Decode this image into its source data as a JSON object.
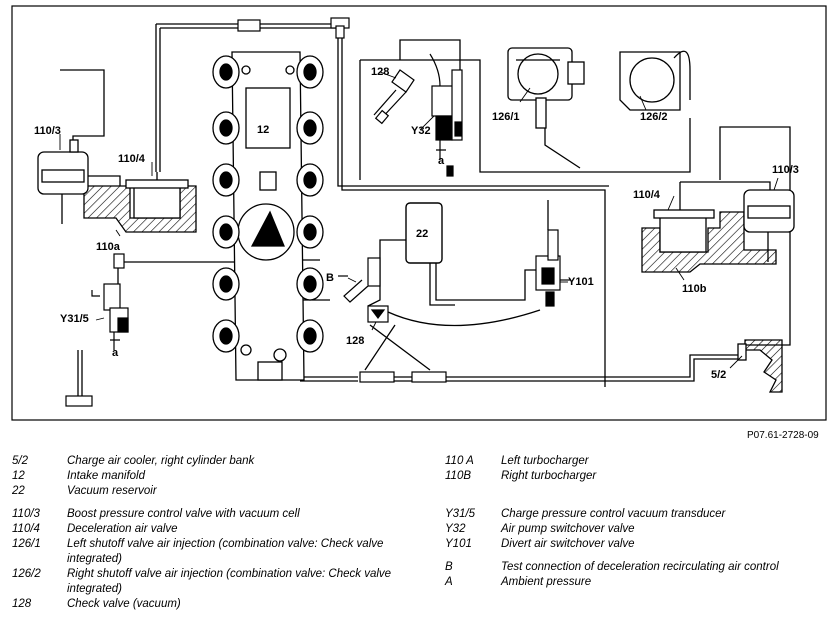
{
  "diagram": {
    "labels": {
      "l_12": "12",
      "l_22": "22",
      "l_110_3_left": "110/3",
      "l_110_4_left": "110/4",
      "l_110a": "110a",
      "l_y31_5": "Y31/5",
      "l_a_left": "a",
      "l_b": "B",
      "l_128_center": "128",
      "l_128_top": "128",
      "l_y32": "Y32",
      "l_a_mid": "a",
      "l_126_1": "126/1",
      "l_126_2": "126/2",
      "l_110_4_right": "110/4",
      "l_110_3_right": "110/3",
      "l_110b": "110b",
      "l_y101": "Y101",
      "l_5_2": "5/2"
    }
  },
  "reference": "P07.61-2728-09",
  "legend_left": [
    {
      "code": "5/2",
      "desc": "Charge air cooler, right cylinder bank"
    },
    {
      "code": "12",
      "desc": "Intake manifold"
    },
    {
      "code": "22",
      "desc": "Vacuum reservoir"
    },
    {
      "code": "110/3",
      "desc": "Boost pressure control valve with vacuum cell"
    },
    {
      "code": "110/4",
      "desc": "Deceleration air valve"
    },
    {
      "code": "126/1",
      "desc": "Left shutoff valve air injection (combination valve: Check valve integrated)"
    },
    {
      "code": "126/2",
      "desc": "Right shutoff valve air injection (combination valve: Check valve integrated)"
    },
    {
      "code": "128",
      "desc": "Check valve (vacuum)"
    }
  ],
  "legend_right": [
    {
      "code": "110 A",
      "desc": "Left turbocharger"
    },
    {
      "code": "110B",
      "desc": "Right turbocharger"
    },
    {
      "code": "Y31/5",
      "desc": "Charge pressure control vacuum transducer"
    },
    {
      "code": "Y32",
      "desc": "Air pump switchover valve"
    },
    {
      "code": "Y101",
      "desc": "Divert air switchover valve"
    },
    {
      "code": "B",
      "desc": "Test connection of deceleration recirculating air control"
    },
    {
      "code": "A",
      "desc": "Ambient pressure"
    }
  ]
}
